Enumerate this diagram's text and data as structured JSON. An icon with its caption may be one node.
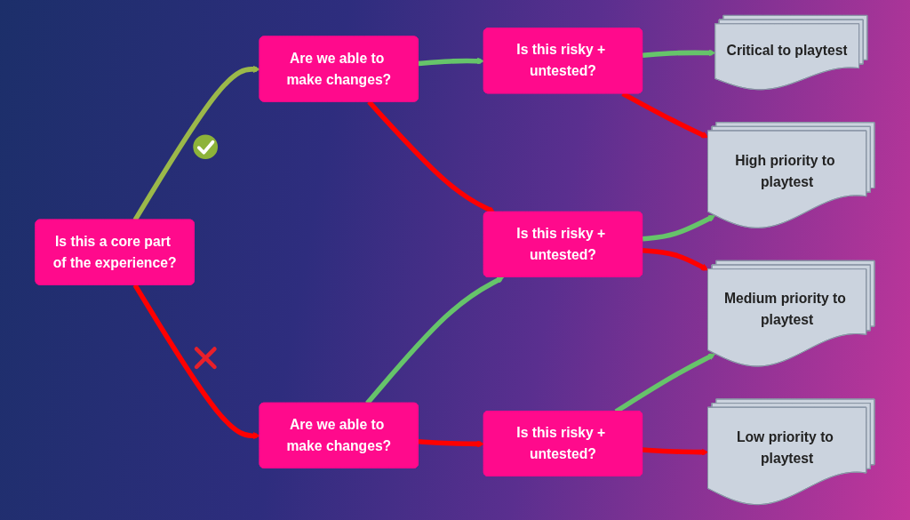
{
  "diagram": {
    "nodes": [
      {
        "text": [
          "Is this a core part of the experience?"
        ]
      },
      {
        "text": [
          "Are we able to make changes?"
        ]
      },
      {
        "text": [
          "Is this risky + untested?"
        ]
      },
      {
        "text": [
          "Critical to playtest"
        ]
      },
      {
        "text": [
          "Are we able to make changes?"
        ]
      },
      {
        "text": [
          "Is this risky + untested?"
        ]
      },
      {
        "text": [
          "High priority to playtest"
        ]
      },
      {
        "text": [
          "Is this risky + untested?"
        ]
      },
      {
        "text": [
          "Medium priority to playtest"
        ]
      },
      {
        "text": [
          "Low priority to playtest"
        ]
      }
    ],
    "edges": [
      {
        "from": 0,
        "to": 1,
        "arrow": "to",
        "color": "#9bb84a"
      },
      {
        "from": 1,
        "to": 2,
        "arrow": "to",
        "color": "#66c46a"
      },
      {
        "from": 2,
        "to": 3,
        "arrow": "to",
        "color": "#66c46a"
      },
      {
        "from": 0,
        "to": 4,
        "arrow": "to"
      },
      {
        "from": 1,
        "to": 5,
        "arrow": "to"
      },
      {
        "from": 2,
        "to": 6,
        "arrow": "to"
      },
      {
        "from": 4,
        "to": 5,
        "arrow": "to",
        "color": "#66c46a"
      },
      {
        "from": 5,
        "to": 6,
        "arrow": "to",
        "color": "#66c46a"
      },
      {
        "from": 4,
        "to": 7,
        "arrow": "to"
      },
      {
        "from": 5,
        "to": 8,
        "arrow": "to"
      },
      {
        "from": 7,
        "to": 8,
        "arrow": "to",
        "color": "#66c46a"
      },
      {
        "from": 7,
        "to": 9,
        "arrow": "to"
      }
    ]
  }
}
